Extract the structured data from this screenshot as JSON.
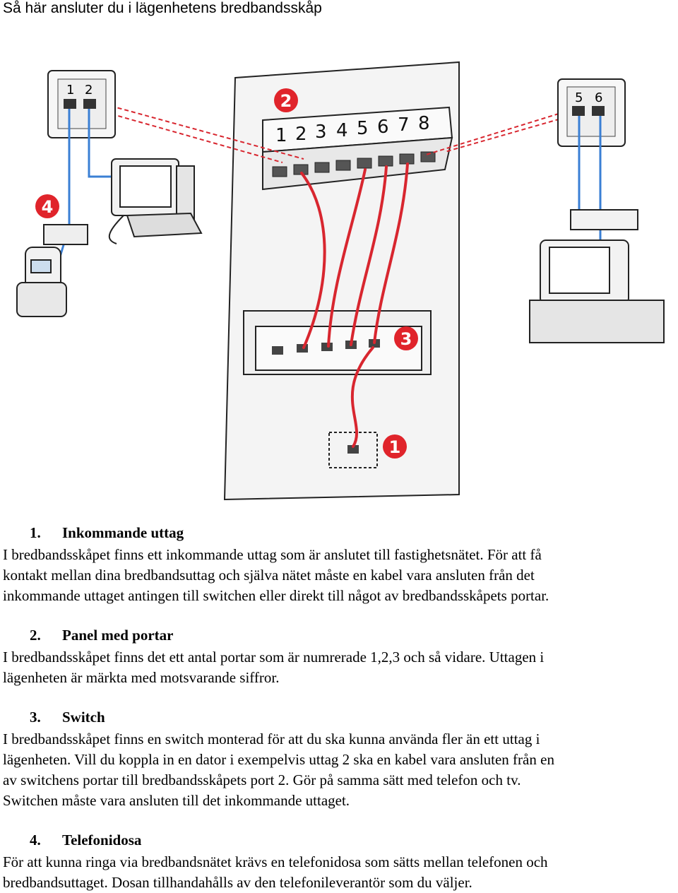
{
  "title": "Så här ansluter du i lägenhetens bredbandsskåp",
  "diagram": {
    "wall_outlet_left_ports": [
      "1",
      "2"
    ],
    "wall_outlet_right_ports": [
      "5",
      "6"
    ],
    "patch_panel_ports": [
      "1",
      "2",
      "3",
      "4",
      "5",
      "6",
      "7",
      "8"
    ],
    "markers": [
      "1",
      "2",
      "3",
      "4"
    ],
    "colors": {
      "red_cable": "#d8262f",
      "blue_cable": "#3a7fd4",
      "marker": "#e0242b",
      "cabinet": "#f4f4f4"
    }
  },
  "sections": [
    {
      "number": "1.",
      "title": "Inkommande uttag",
      "lines": [
        "I bredbandsskåpet finns ett inkommande uttag som är anslutet till fastighetsnätet. För att få",
        "kontakt mellan dina bredbandsuttag och själva nätet måste en kabel vara ansluten från det",
        "inkommande uttaget antingen till switchen eller direkt till något av bredbandsskåpets portar."
      ]
    },
    {
      "number": "2.",
      "title": "Panel med portar",
      "lines": [
        "I bredbandsskåpet finns det ett antal portar som är numrerade 1,2,3 och så vidare. Uttagen i",
        "lägenheten är märkta med motsvarande siffror."
      ]
    },
    {
      "number": "3.",
      "title": "Switch",
      "lines": [
        "I bredbandsskåpet finns en switch monterad för att du ska kunna använda fler än ett uttag i",
        "lägenheten. Vill du koppla in en dator i exempelvis uttag 2 ska en kabel vara ansluten från en",
        "av switchens portar till bredbandsskåpets port 2. Gör på samma sätt med telefon och tv.",
        "Switchen måste vara ansluten till det inkommande uttaget."
      ]
    },
    {
      "number": "4.",
      "title": "Telefonidosa",
      "lines": [
        "För att kunna ringa via bredbandsnätet krävs en telefonidosa som sätts mellan telefonen och",
        "bredbandsuttaget. Dosan tillhandahålls av den telefonileverantör som du väljer."
      ]
    }
  ]
}
